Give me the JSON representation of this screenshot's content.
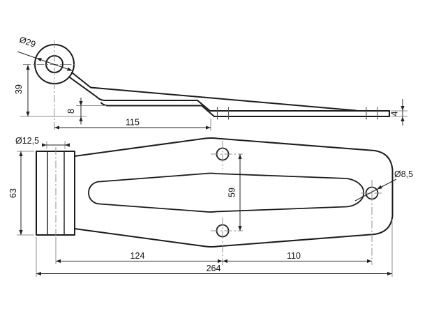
{
  "drawing": {
    "type": "technical-drawing-hinge",
    "background": "#ffffff",
    "line_color": "#1b1b1b",
    "thin_line_color": "#8f8f8f",
    "side_view": {
      "labels": {
        "knuckle_diameter": "Ø29",
        "pin_center_height": "39",
        "joggle_offset": "8",
        "length_to_joggle": "115",
        "plate_thickness": "4"
      }
    },
    "top_view": {
      "labels": {
        "pin_bore_diameter": "Ø12,5",
        "knuckle_width": "63",
        "hole_spacing": "59",
        "hole_diameter": "Ø8,5",
        "length_to_holes": "124",
        "holes_to_end_hole": "110",
        "total_length": "264"
      }
    }
  }
}
